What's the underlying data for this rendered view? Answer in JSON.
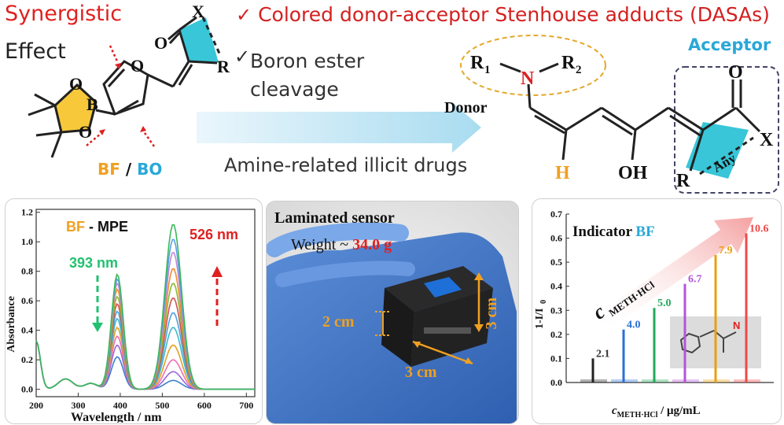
{
  "header": {
    "synergistic": "Synergistic",
    "effect": "Effect",
    "check_mark": "✓",
    "feature_1": "Colored donor-acceptor Stenhouse adducts (DASAs)",
    "feature_2": "Boron ester cleavage",
    "analyte": "Amine-related illicit drugs"
  },
  "reactant": {
    "label_bf": "BF",
    "label_sep": "/",
    "label_bo": "BO",
    "atoms": {
      "O_ring": "O",
      "B": "B",
      "O1": "O",
      "O2": "O",
      "O_carbonyl": "O",
      "X": "X",
      "R": "R"
    }
  },
  "product": {
    "donor_label": "Donor",
    "acceptor_label": "Acceptor",
    "atoms": {
      "R1": "R",
      "R1_sub": "1",
      "R2": "R",
      "R2_sub": "2",
      "N": "N",
      "H": "H",
      "OH": "OH",
      "O": "O",
      "X": "X",
      "R": "R",
      "Any": "Any"
    }
  },
  "spectrum_panel": {
    "chart_data": {
      "type": "line",
      "title_bf": "BF",
      "title_rest": " - MPE",
      "xlabel": "Wavelength / nm",
      "ylabel": "Absorbance",
      "xlim": [
        200,
        720
      ],
      "ylim": [
        -0.05,
        1.22
      ],
      "xticks": [
        "200",
        "300",
        "400",
        "500",
        "600",
        "700"
      ],
      "yticks": [
        "0.0",
        "0.2",
        "0.4",
        "0.6",
        "0.8",
        "1.0",
        "1.2"
      ],
      "annotation_393": "393 nm",
      "annotation_526": "526 nm",
      "peak1_nm": 393,
      "peak2_nm": 526,
      "series_peak1": [
        0.22,
        0.3,
        0.36,
        0.42,
        0.48,
        0.53,
        0.58,
        0.63,
        0.68,
        0.72,
        0.75,
        0.78
      ],
      "series_peak2": [
        0.06,
        0.12,
        0.2,
        0.3,
        0.42,
        0.52,
        0.62,
        0.72,
        0.82,
        0.93,
        1.02,
        1.12
      ],
      "colors": [
        "#3c7fd0",
        "#9a66d8",
        "#f06fb0",
        "#e4a020",
        "#40b8c8",
        "#4aa3e0",
        "#d05050",
        "#8ab83a",
        "#f08a30",
        "#c088d8",
        "#5aa0e8",
        "#3ab85a"
      ]
    }
  },
  "sensor_panel": {
    "title": "Laminated sensor",
    "weight_prefix": "Weight ~ ",
    "weight_value": "34.0 g",
    "dim_height": "2 cm",
    "dim_width": "3 cm",
    "dim_depth": "3 cm"
  },
  "indicator_panel": {
    "chart_data": {
      "type": "bar",
      "title_prefix": "Indicator ",
      "title_bf": "BF",
      "ylabel_main": "1-I/I",
      "ylabel_sub": "0",
      "xlabel_c": "c",
      "xlabel_sub": "METH·HCl",
      "xlabel_unit": " / μg/mL",
      "arrow_c": "c",
      "arrow_sub": "METH·HCl",
      "ylim": [
        0,
        0.7
      ],
      "yticks": [
        "0.0",
        "0.1",
        "0.2",
        "0.3",
        "0.4",
        "0.5",
        "0.6",
        "0.7"
      ],
      "bars": [
        {
          "label": "2.1",
          "value": 0.1,
          "color": "#222222"
        },
        {
          "label": "4.0",
          "value": 0.22,
          "color": "#2a6fd6"
        },
        {
          "label": "5.0",
          "value": 0.31,
          "color": "#22a85a"
        },
        {
          "label": "6.7",
          "value": 0.41,
          "color": "#b455d8"
        },
        {
          "label": "7.9",
          "value": 0.53,
          "color": "#e8a010"
        },
        {
          "label": "10.6",
          "value": 0.62,
          "color": "#f04848"
        }
      ]
    }
  }
}
